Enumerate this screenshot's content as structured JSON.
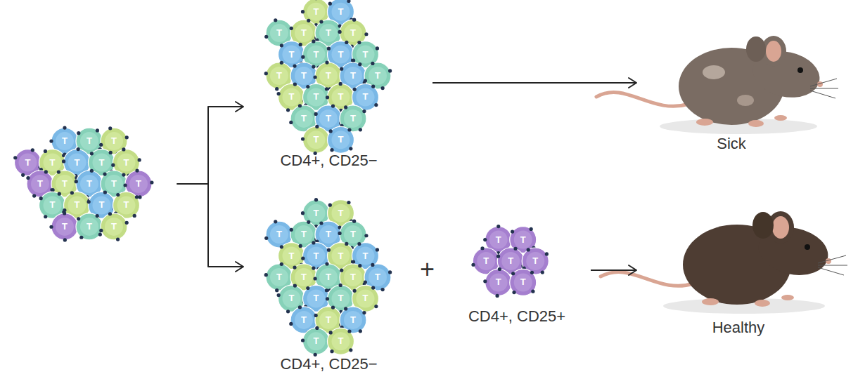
{
  "diagram": {
    "nodes": [
      {
        "text": [
          "CD4+, CD25−"
        ]
      },
      {
        "text": [
          "CD4+, CD25−"
        ]
      },
      {
        "text": [
          "CD4+, CD25+"
        ]
      },
      {
        "text": [
          "Sick"
        ]
      },
      {
        "text": [
          "Healthy"
        ]
      }
    ],
    "edges": [
      {
        "from": 0,
        "to": 3,
        "arrow": "to"
      },
      {
        "from": 2,
        "to": 4,
        "arrow": "to"
      }
    ],
    "labels": [
      "T",
      "T",
      "T",
      "T",
      "T",
      "T",
      "T",
      "T",
      "T",
      "T",
      "T",
      "T",
      "T",
      "T",
      "T",
      "T",
      "T",
      "T",
      "T",
      "T",
      "T",
      "T",
      "T",
      "T",
      "T",
      "T",
      "T",
      "T",
      "T",
      "T",
      "T",
      "T",
      "T",
      "T",
      "T",
      "T",
      "T",
      "T",
      "T",
      "T",
      "T",
      "T",
      "T",
      "T",
      "T",
      "T",
      "T",
      "T",
      "T",
      "T",
      "T",
      "T",
      "T",
      "T",
      "T",
      "T",
      "T",
      "T",
      "T",
      "T",
      "T",
      "T",
      "T",
      "T",
      "T",
      "T",
      "T",
      "T",
      "+",
      "T",
      "T",
      "T",
      "T",
      "T",
      "T",
      "T"
    ]
  }
}
